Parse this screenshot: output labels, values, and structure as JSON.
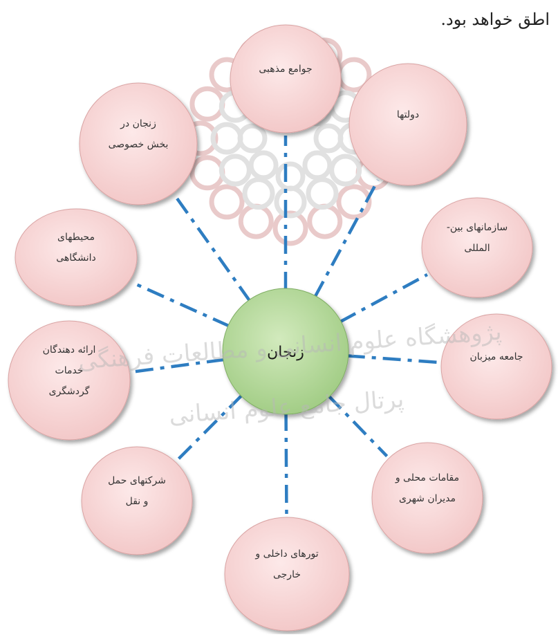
{
  "header": {
    "text": "اطق خواهد بود."
  },
  "watermark": {
    "line1": "پژوهشگاه علوم انسانی و مطالعات فرهنگی",
    "line2": "پرتال جامع علوم انسانی"
  },
  "center": {
    "label": "زنجان"
  },
  "nodes": [
    {
      "id": "religious-communities",
      "lines": [
        "جوامع مذهبی"
      ]
    },
    {
      "id": "governments",
      "lines": [
        "دولتها"
      ]
    },
    {
      "id": "international-orgs",
      "lines": [
        "سازمانهای بین-",
        "المللی"
      ]
    },
    {
      "id": "host-community",
      "lines": [
        "جامعه میزبان"
      ]
    },
    {
      "id": "local-officials",
      "lines": [
        "مقامات محلی و",
        "مدیران شهری"
      ]
    },
    {
      "id": "tours",
      "lines": [
        "تورهای داخلی و",
        "خارجی"
      ]
    },
    {
      "id": "transport-companies",
      "lines": [
        "شرکتهای حمل",
        "و نقل"
      ]
    },
    {
      "id": "service-providers",
      "lines": [
        "ارائه دهندگان",
        "خدمات",
        "گردشگری"
      ]
    },
    {
      "id": "academic-circles",
      "lines": [
        "محیطهای",
        "دانشگاهی"
      ]
    },
    {
      "id": "private-sector",
      "lines": [
        "زنجان در",
        "بخش خصوصی"
      ]
    }
  ],
  "colors": {
    "node_fill": "#f4cfcf",
    "node_fill_light": "#fbe7e7",
    "center_fill": "#a9d08e",
    "center_fill_light": "#cfe6b9",
    "connector": "#2e7dc1",
    "watermark": "#c9c9c9",
    "watermark_logo": "#d8a0a0"
  }
}
